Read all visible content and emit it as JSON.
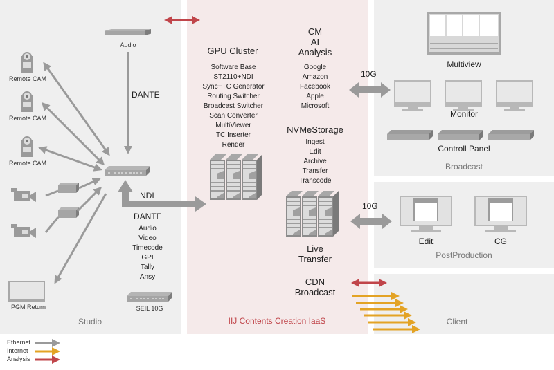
{
  "sections": {
    "studio": "Studio",
    "iaas": "IIJ Contents Creation IaaS",
    "broadcast": "Broadcast",
    "postproduction": "PostProduction",
    "client": "Client"
  },
  "studio": {
    "audio_label": "Audio",
    "dante_top": "DANTE",
    "remote_cams": [
      "Remote CAM",
      "Remote CAM",
      "Remote CAM"
    ],
    "pgm_return": "PGM Return",
    "ndi": "NDI",
    "dante_bottom": "DANTE",
    "dante_items": [
      "Audio",
      "Video",
      "Timecode",
      "GPI",
      "Tally",
      "Ansy"
    ],
    "seil": "SEIL 10G"
  },
  "iaas": {
    "gpu_title": "GPU Cluster",
    "gpu_items": [
      "Software Base",
      "ST2110+NDI",
      "Sync+TC Generator",
      "Routing Switcher",
      "Broadcast Switcher",
      "Scan Converter",
      "MultiViewer",
      "TC Inserter",
      "Render"
    ],
    "cm_title": [
      "CM",
      "AI",
      "Analysis"
    ],
    "cm_items": [
      "Google",
      "Amazon",
      "Facebook",
      "Apple",
      "Microsoft"
    ],
    "nvme_title": "NVMeStorage",
    "nvme_items": [
      "Ingest",
      "Edit",
      "Archive",
      "Transfer",
      "Transcode"
    ],
    "live_transfer": [
      "Live",
      "Transfer"
    ],
    "cdn_broadcast": [
      "CDN",
      "Broadcast"
    ]
  },
  "links": {
    "broadcast_speed": "10G",
    "post_speed": "10G"
  },
  "broadcast": {
    "multiview": "Multiview",
    "monitor": "Monitor",
    "control_panel": "Controll Panel"
  },
  "post": {
    "edit": "Edit",
    "cg": "CG"
  },
  "legend": [
    {
      "label": "Ethernet",
      "color": "#9a9a9a"
    },
    {
      "label": "Internet",
      "color": "#e3a325"
    },
    {
      "label": "Analysis",
      "color": "#c0454a"
    }
  ],
  "colors": {
    "ethernet": "#9a9a9a",
    "internet": "#e3a325",
    "analysis": "#c0454a",
    "iaas_title": "#c0454a"
  }
}
